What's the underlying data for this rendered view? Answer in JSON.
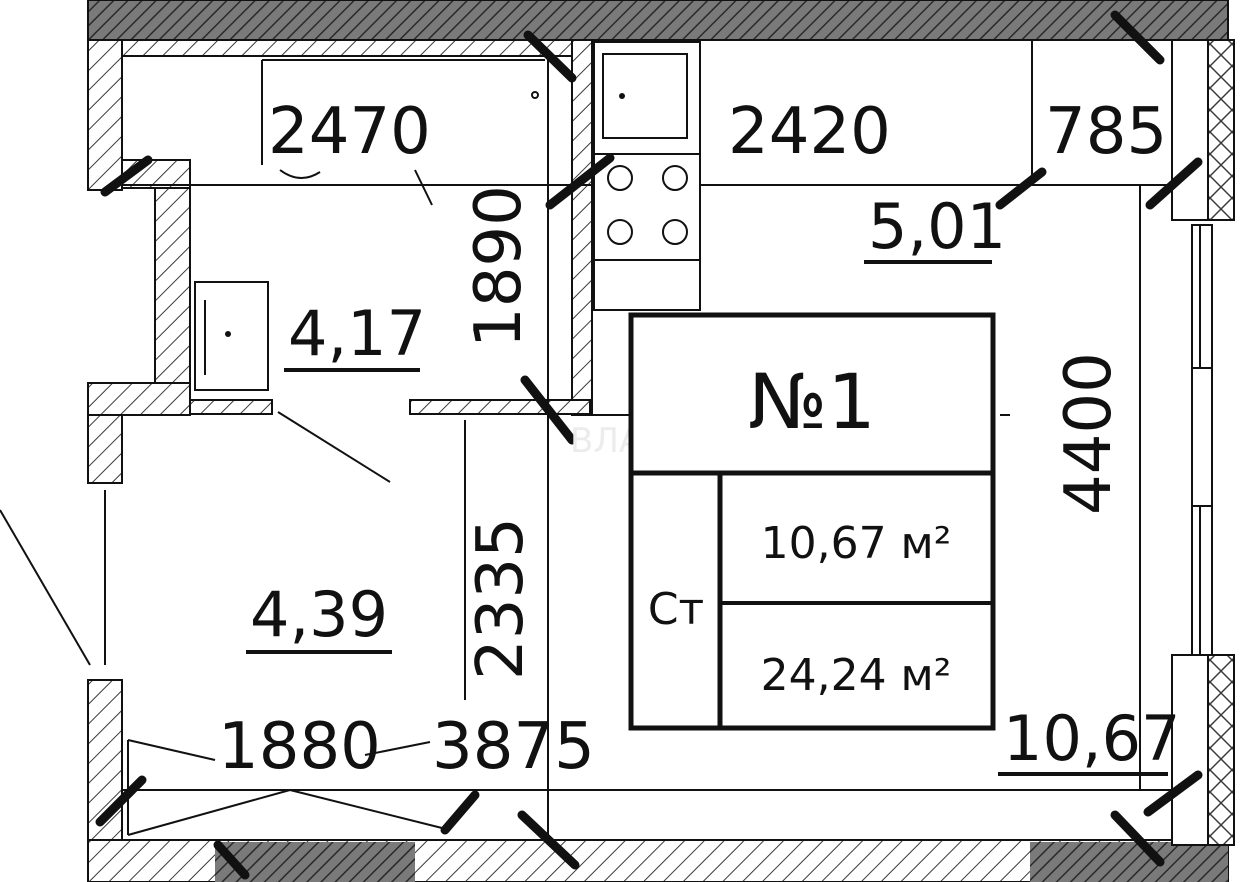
{
  "dimensions": {
    "d_2470": "2470",
    "d_2420": "2420",
    "d_785": "785",
    "d_1890": "1890",
    "d_4400": "4400",
    "d_2335": "2335",
    "d_1880": "1880",
    "d_3875": "3875"
  },
  "areas": {
    "bathroom": "4,17",
    "hallway": "4,39",
    "kitchen": "5,01",
    "living": "10,67"
  },
  "info_box": {
    "number": "№1",
    "type": "Ст",
    "living_area": "10,67 м²",
    "total_area": "24,24 м²"
  },
  "watermark": "ВЛАДИС",
  "colors": {
    "line": "#111111",
    "hatch": "#4a4a4a",
    "background": "#ffffff"
  }
}
